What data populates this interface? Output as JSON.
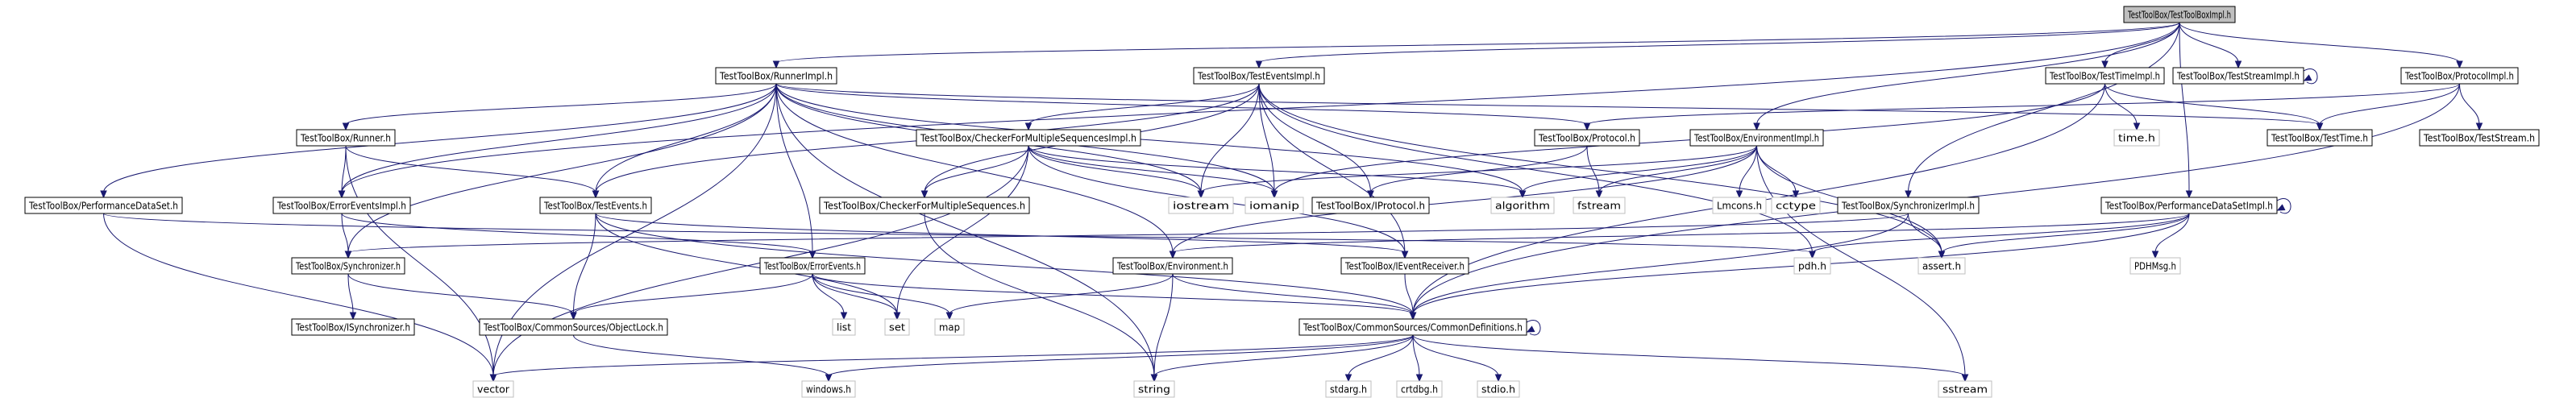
{
  "chart_data": {
    "type": "include-dependency-graph",
    "colors": {
      "focus_fill": "#bfbfbf",
      "node_border": "#000000",
      "external_border": "#bfbfbf",
      "edge": "#191970"
    },
    "nodes": [
      {
        "id": "n_focus",
        "label": "TestToolBox/TestToolBoxImpl.h",
        "kind": "focus"
      },
      {
        "id": "n_runnerimpl",
        "label": "TestToolBox/RunnerImpl.h",
        "kind": "local"
      },
      {
        "id": "n_testeventsimpl",
        "label": "TestToolBox/TestEventsImpl.h",
        "kind": "local"
      },
      {
        "id": "n_testtimeimpl",
        "label": "TestToolBox/TestTimeImpl.h",
        "kind": "local"
      },
      {
        "id": "n_teststreamimpl",
        "label": "TestToolBox/TestStreamImpl.h",
        "kind": "local"
      },
      {
        "id": "n_protocolimpl",
        "label": "TestToolBox/ProtocolImpl.h",
        "kind": "local"
      },
      {
        "id": "n_runner",
        "label": "TestToolBox/Runner.h",
        "kind": "local"
      },
      {
        "id": "n_perfdataset",
        "label": "TestToolBox/PerformanceDataSet.h",
        "kind": "local"
      },
      {
        "id": "n_checkermultiimpl",
        "label": "TestToolBox/CheckerForMultipleSequencesImpl.h",
        "kind": "local"
      },
      {
        "id": "n_protocol",
        "label": "TestToolBox/Protocol.h",
        "kind": "local"
      },
      {
        "id": "n_envimpl",
        "label": "TestToolBox/EnvironmentImpl.h",
        "kind": "local"
      },
      {
        "id": "n_testtime",
        "label": "TestToolBox/TestTime.h",
        "kind": "local"
      },
      {
        "id": "n_teststream",
        "label": "TestToolBox/TestStream.h",
        "kind": "local"
      },
      {
        "id": "n_time",
        "label": "time.h",
        "kind": "external"
      },
      {
        "id": "n_erroreventsimpl",
        "label": "TestToolBox/ErrorEventsImpl.h",
        "kind": "local"
      },
      {
        "id": "n_testevents",
        "label": "TestToolBox/TestEvents.h",
        "kind": "local"
      },
      {
        "id": "n_checkermulti",
        "label": "TestToolBox/CheckerForMultipleSequences.h",
        "kind": "local"
      },
      {
        "id": "n_iostream",
        "label": "iostream",
        "kind": "external"
      },
      {
        "id": "n_iomanip",
        "label": "iomanip",
        "kind": "external"
      },
      {
        "id": "n_iprotocol",
        "label": "TestToolBox/IProtocol.h",
        "kind": "local"
      },
      {
        "id": "n_algorithm",
        "label": "algorithm",
        "kind": "external"
      },
      {
        "id": "n_fstream",
        "label": "fstream",
        "kind": "external"
      },
      {
        "id": "n_lmcons",
        "label": "Lmcons.h",
        "kind": "external"
      },
      {
        "id": "n_cctype",
        "label": "cctype",
        "kind": "external"
      },
      {
        "id": "n_syncimpl",
        "label": "TestToolBox/SynchronizerImpl.h",
        "kind": "local"
      },
      {
        "id": "n_perfdatasetimpl",
        "label": "TestToolBox/PerformanceDataSetImpl.h",
        "kind": "local"
      },
      {
        "id": "n_synchronizer",
        "label": "TestToolBox/Synchronizer.h",
        "kind": "local"
      },
      {
        "id": "n_errorevents",
        "label": "TestToolBox/ErrorEvents.h",
        "kind": "local"
      },
      {
        "id": "n_environment",
        "label": "TestToolBox/Environment.h",
        "kind": "local"
      },
      {
        "id": "n_ieventreceiver",
        "label": "TestToolBox/IEventReceiver.h",
        "kind": "local"
      },
      {
        "id": "n_pdh",
        "label": "pdh.h",
        "kind": "external"
      },
      {
        "id": "n_assert",
        "label": "assert.h",
        "kind": "external"
      },
      {
        "id": "n_pdhmsg",
        "label": "PDHMsg.h",
        "kind": "external"
      },
      {
        "id": "n_isynchronizer",
        "label": "TestToolBox/ISynchronizer.h",
        "kind": "local"
      },
      {
        "id": "n_objectlock",
        "label": "TestToolBox/CommonSources/ObjectLock.h",
        "kind": "local"
      },
      {
        "id": "n_list",
        "label": "list",
        "kind": "external"
      },
      {
        "id": "n_set",
        "label": "set",
        "kind": "external"
      },
      {
        "id": "n_map",
        "label": "map",
        "kind": "external"
      },
      {
        "id": "n_commondefs",
        "label": "TestToolBox/CommonSources/CommonDefinitions.h",
        "kind": "local"
      },
      {
        "id": "n_vector",
        "label": "vector",
        "kind": "external"
      },
      {
        "id": "n_windows",
        "label": "windows.h",
        "kind": "external"
      },
      {
        "id": "n_string",
        "label": "string",
        "kind": "external"
      },
      {
        "id": "n_stdarg",
        "label": "stdarg.h",
        "kind": "external"
      },
      {
        "id": "n_crtdbg",
        "label": "crtdbg.h",
        "kind": "external"
      },
      {
        "id": "n_stdio",
        "label": "stdio.h",
        "kind": "external"
      },
      {
        "id": "n_sstream",
        "label": "sstream",
        "kind": "external"
      }
    ],
    "edges": [
      [
        "n_focus",
        "n_runnerimpl"
      ],
      [
        "n_focus",
        "n_testeventsimpl"
      ],
      [
        "n_focus",
        "n_testtimeimpl"
      ],
      [
        "n_focus",
        "n_teststreamimpl"
      ],
      [
        "n_focus",
        "n_protocolimpl"
      ],
      [
        "n_focus",
        "n_erroreventsimpl"
      ],
      [
        "n_focus",
        "n_envimpl"
      ],
      [
        "n_focus",
        "n_syncimpl"
      ],
      [
        "n_focus",
        "n_perfdatasetimpl"
      ],
      [
        "n_runnerimpl",
        "n_runner"
      ],
      [
        "n_runnerimpl",
        "n_perfdataset"
      ],
      [
        "n_runnerimpl",
        "n_protocol"
      ],
      [
        "n_runnerimpl",
        "n_testtime"
      ],
      [
        "n_runnerimpl",
        "n_iostream"
      ],
      [
        "n_runnerimpl",
        "n_iomanip"
      ],
      [
        "n_runnerimpl",
        "n_algorithm"
      ],
      [
        "n_runnerimpl",
        "n_testevents"
      ],
      [
        "n_runnerimpl",
        "n_errorevents"
      ],
      [
        "n_runnerimpl",
        "n_synchronizer"
      ],
      [
        "n_runnerimpl",
        "n_vector"
      ],
      [
        "n_runnerimpl",
        "n_string"
      ],
      [
        "n_runnerimpl",
        "n_environment"
      ],
      [
        "n_runnerimpl",
        "n_erroreventsimpl"
      ],
      [
        "n_testeventsimpl",
        "n_checkermultiimpl"
      ],
      [
        "n_testeventsimpl",
        "n_checkermulti"
      ],
      [
        "n_testeventsimpl",
        "n_iostream"
      ],
      [
        "n_testeventsimpl",
        "n_iomanip"
      ],
      [
        "n_testeventsimpl",
        "n_iprotocol"
      ],
      [
        "n_testeventsimpl",
        "n_testevents"
      ],
      [
        "n_testeventsimpl",
        "n_ieventreceiver"
      ],
      [
        "n_testeventsimpl",
        "n_assert"
      ],
      [
        "n_testeventsimpl",
        "n_pdh"
      ],
      [
        "n_testtimeimpl",
        "n_testtime"
      ],
      [
        "n_testtimeimpl",
        "n_time"
      ],
      [
        "n_testtimeimpl",
        "n_iomanip"
      ],
      [
        "n_testtimeimpl",
        "n_commondefs"
      ],
      [
        "n_teststreamimpl",
        "n_teststreamimpl"
      ],
      [
        "n_protocolimpl",
        "n_protocol"
      ],
      [
        "n_protocolimpl",
        "n_testtime"
      ],
      [
        "n_protocolimpl",
        "n_teststream"
      ],
      [
        "n_protocolimpl",
        "n_commondefs"
      ],
      [
        "n_runner",
        "n_testevents"
      ],
      [
        "n_runner",
        "n_erroreventsimpl"
      ],
      [
        "n_runner",
        "n_vector"
      ],
      [
        "n_perfdataset",
        "n_vector"
      ],
      [
        "n_perfdataset",
        "n_pdh"
      ],
      [
        "n_checkermultiimpl",
        "n_checkermulti"
      ],
      [
        "n_checkermultiimpl",
        "n_iostream"
      ],
      [
        "n_checkermultiimpl",
        "n_iomanip"
      ],
      [
        "n_checkermultiimpl",
        "n_algorithm"
      ],
      [
        "n_checkermultiimpl",
        "n_set"
      ],
      [
        "n_checkermultiimpl",
        "n_vector"
      ],
      [
        "n_checkermultiimpl",
        "n_ieventreceiver"
      ],
      [
        "n_protocol",
        "n_fstream"
      ],
      [
        "n_protocol",
        "n_iprotocol"
      ],
      [
        "n_envimpl",
        "n_iostream"
      ],
      [
        "n_envimpl",
        "n_fstream"
      ],
      [
        "n_envimpl",
        "n_lmcons"
      ],
      [
        "n_envimpl",
        "n_cctype"
      ],
      [
        "n_envimpl",
        "n_algorithm"
      ],
      [
        "n_envimpl",
        "n_environment"
      ],
      [
        "n_envimpl",
        "n_assert"
      ],
      [
        "n_envimpl",
        "n_sstream"
      ],
      [
        "n_erroreventsimpl",
        "n_synchronizer"
      ],
      [
        "n_erroreventsimpl",
        "n_errorevents"
      ],
      [
        "n_testevents",
        "n_objectlock"
      ],
      [
        "n_testevents",
        "n_ieventreceiver"
      ],
      [
        "n_testevents",
        "n_set"
      ],
      [
        "n_testevents",
        "n_commondefs"
      ],
      [
        "n_checkermulti",
        "n_string"
      ],
      [
        "n_syncimpl",
        "n_synchronizer"
      ],
      [
        "n_syncimpl",
        "n_assert"
      ],
      [
        "n_syncimpl",
        "n_commondefs"
      ],
      [
        "n_perfdatasetimpl",
        "n_perfdatasetimpl"
      ],
      [
        "n_perfdatasetimpl",
        "n_pdh"
      ],
      [
        "n_perfdatasetimpl",
        "n_assert"
      ],
      [
        "n_perfdatasetimpl",
        "n_pdhmsg"
      ],
      [
        "n_perfdatasetimpl",
        "n_commondefs"
      ],
      [
        "n_perfdatasetimpl",
        "n_environment"
      ],
      [
        "n_synchronizer",
        "n_isynchronizer"
      ],
      [
        "n_synchronizer",
        "n_objectlock"
      ],
      [
        "n_errorevents",
        "n_list"
      ],
      [
        "n_errorevents",
        "n_set"
      ],
      [
        "n_errorevents",
        "n_map"
      ],
      [
        "n_errorevents",
        "n_objectlock"
      ],
      [
        "n_errorevents",
        "n_commondefs"
      ],
      [
        "n_environment",
        "n_map"
      ],
      [
        "n_environment",
        "n_string"
      ],
      [
        "n_environment",
        "n_commondefs"
      ],
      [
        "n_ieventreceiver",
        "n_commondefs"
      ],
      [
        "n_objectlock",
        "n_windows"
      ],
      [
        "n_commondefs",
        "n_commondefs"
      ],
      [
        "n_commondefs",
        "n_vector"
      ],
      [
        "n_commondefs",
        "n_windows"
      ],
      [
        "n_commondefs",
        "n_string"
      ],
      [
        "n_commondefs",
        "n_stdarg"
      ],
      [
        "n_commondefs",
        "n_crtdbg"
      ],
      [
        "n_commondefs",
        "n_stdio"
      ],
      [
        "n_commondefs",
        "n_sstream"
      ]
    ]
  }
}
